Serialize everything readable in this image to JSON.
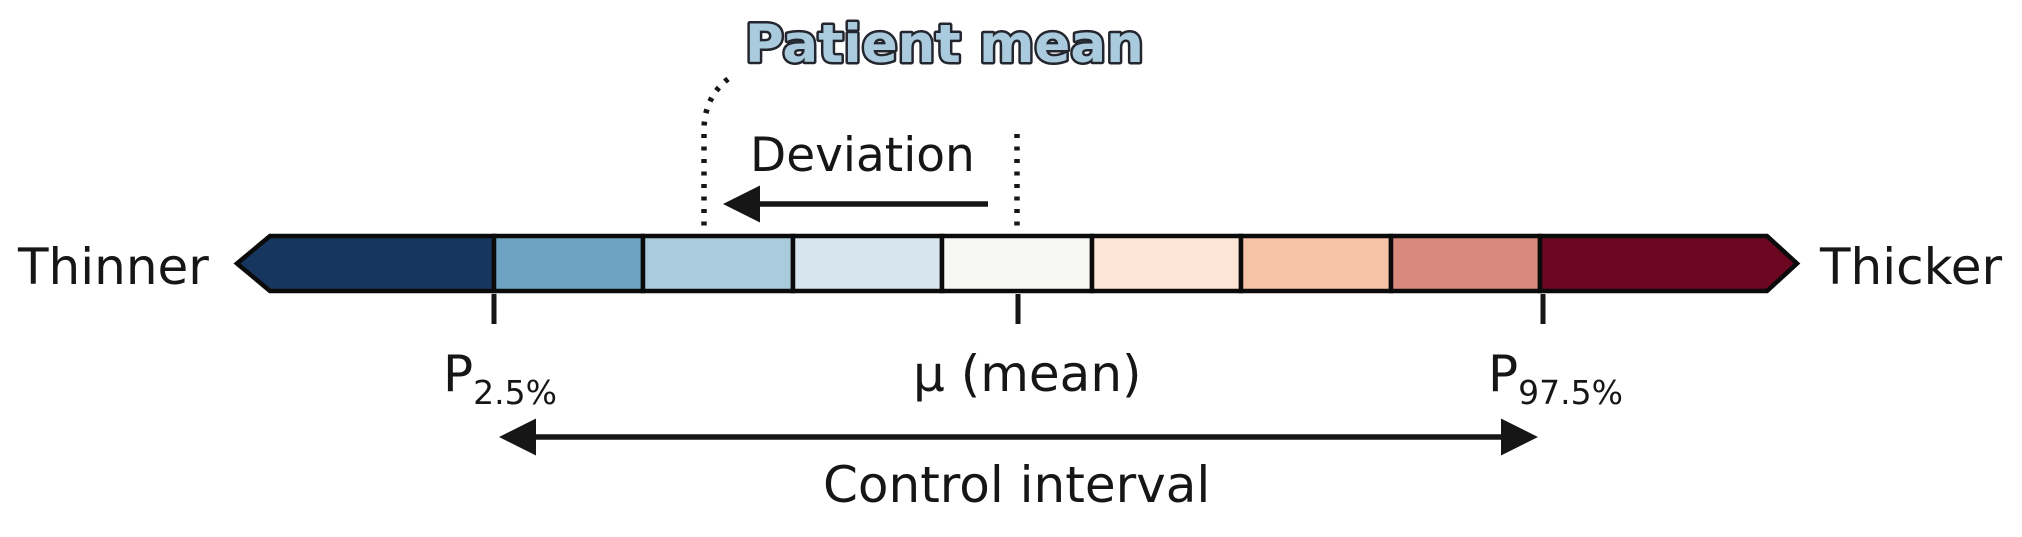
{
  "patient_mean": {
    "label": "Patient mean",
    "fill_color": "#a9cbdd",
    "outline_color": "#23262e"
  },
  "deviation": {
    "label": "Deviation"
  },
  "axis": {
    "left_label": "Thinner",
    "right_label": "Thicker"
  },
  "bar": {
    "outline_color": "#0b0b0b",
    "thinner_arrow_color": "#17365f",
    "thicker_arrow_color": "#6b0721",
    "segments": [
      {
        "color": "#6ea3c4"
      },
      {
        "color": "#a9cbdc"
      },
      {
        "color": "#d7e5ee"
      },
      {
        "color": "#f7f7f6"
      },
      {
        "color": "#fce4d6"
      },
      {
        "color": "#f5c3a6"
      },
      {
        "color": "#d8897b"
      }
    ]
  },
  "ticks": {
    "p_low_main": "P",
    "p_low_sub": "2.5%",
    "mean_label": "μ (mean)",
    "p_high_main": "P",
    "p_high_sub": "97.5%"
  },
  "control_interval": {
    "label": "Control interval"
  },
  "line_color": "#161616"
}
